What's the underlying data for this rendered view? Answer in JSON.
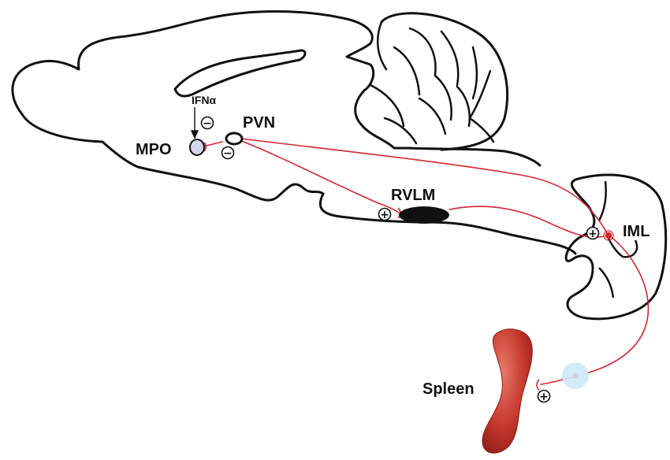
{
  "labels": {
    "ifn": "IFNα",
    "pvn": "PVN",
    "mpo": "MPO",
    "rvlm": "RVLM",
    "iml": "IML",
    "spleen": "Spleen"
  },
  "signs": {
    "ifn_pvn": "−",
    "mpo_pvn": "−",
    "rvlm": "+",
    "iml": "+",
    "spleen": "+"
  },
  "colors": {
    "outline": "#111111",
    "pathway": "#d7262e",
    "mpo_fill": "#d4d4ea",
    "ganglion_fill": "#cdeaf6",
    "spleen_light": "#e0675a",
    "spleen_dark": "#a71f1a"
  }
}
